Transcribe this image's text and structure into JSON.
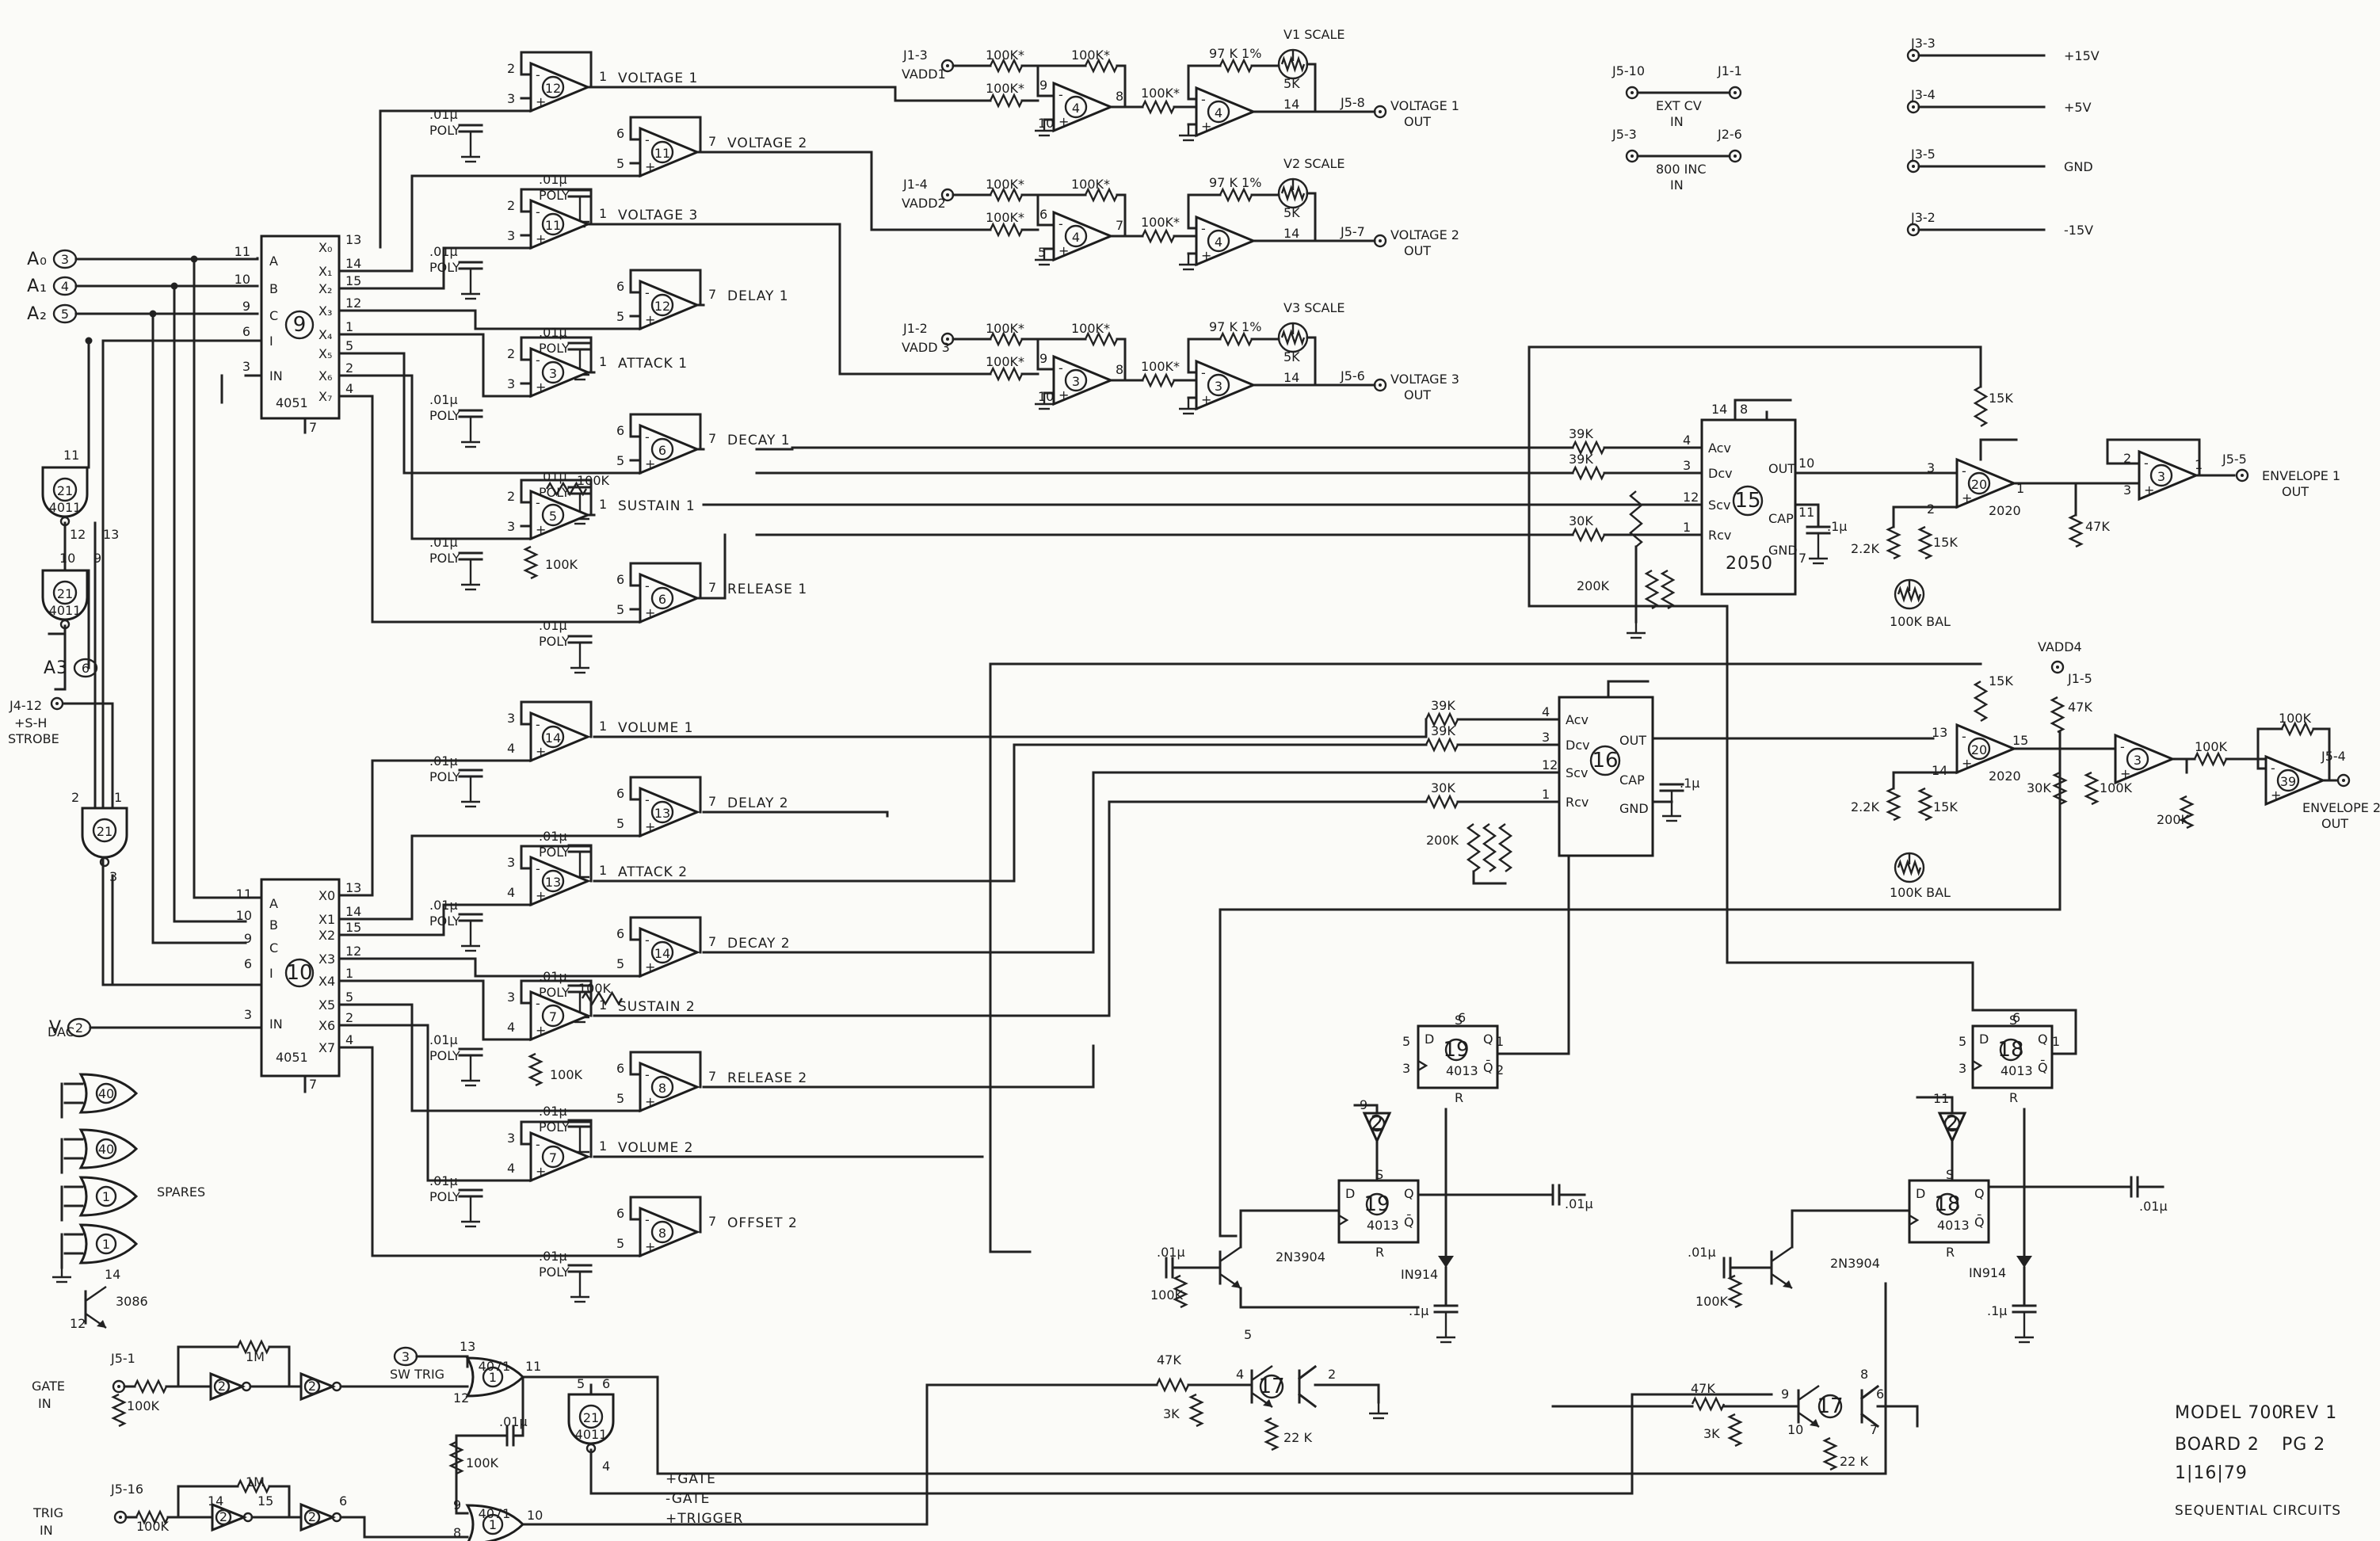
{
  "inputs": [
    {
      "id": "A0",
      "label": "A₀",
      "pin": "3"
    },
    {
      "id": "A1",
      "label": "A₁",
      "pin": "4"
    },
    {
      "id": "A2",
      "label": "A₂",
      "pin": "5"
    },
    {
      "id": "A3",
      "label": "A3",
      "pin": "6"
    },
    {
      "id": "VDAC",
      "label": "VDAC",
      "pin": "2"
    }
  ],
  "strobe": {
    "conn": "J4-12",
    "line1": "+S-H",
    "line2": "STROBE"
  },
  "mux": [
    {
      "num": "9",
      "part": "4051"
    },
    {
      "num": "10",
      "part": "4051"
    }
  ],
  "mux_pins": {
    "left": [
      "A",
      "B",
      "C",
      "I",
      "IN"
    ],
    "left_nums": [
      "11",
      "10",
      "9",
      "6",
      "3"
    ],
    "out1": [
      "X₀",
      "X₁",
      "X₂",
      "X₃",
      "X₄",
      "X₅",
      "X₆",
      "X₇"
    ],
    "out2": [
      "X0",
      "X1",
      "X2",
      "X3",
      "X4",
      "X5",
      "X6",
      "X7"
    ],
    "out_nums": [
      "13",
      "14",
      "15",
      "12",
      "1",
      "5",
      "2",
      "4"
    ],
    "gnd": "7"
  },
  "cap_label": {
    "value": ".01μ",
    "type": "POLY"
  },
  "buffers_top": [
    {
      "num": "12",
      "label": "VOLTAGE 1"
    },
    {
      "num": "11",
      "label": "VOLTAGE 2"
    },
    {
      "num": "11",
      "label": "VOLTAGE 3"
    },
    {
      "num": "12",
      "label": "DELAY 1"
    },
    {
      "num": "3",
      "label": "ATTACK 1"
    },
    {
      "num": "6",
      "label": "DECAY 1"
    },
    {
      "num": "5",
      "label": "SUSTAIN 1"
    },
    {
      "num": "6",
      "label": "RELEASE 1"
    }
  ],
  "buffers_bottom": [
    {
      "num": "14",
      "label": "VOLUME 1"
    },
    {
      "num": "13",
      "label": "DELAY 2"
    },
    {
      "num": "13",
      "label": "ATTACK 2"
    },
    {
      "num": "14",
      "label": "DECAY 2"
    },
    {
      "num": "7",
      "label": "SUSTAIN 2"
    },
    {
      "num": "8",
      "label": "RELEASE 2"
    },
    {
      "num": "7",
      "label": "VOLUME 2"
    },
    {
      "num": "8",
      "label": "OFFSET 2"
    }
  ],
  "voltage_stages": [
    {
      "conn": "J1-3",
      "vadd": "VADD1",
      "a": "4",
      "b": "4",
      "scale": "V1 SCALE",
      "out_conn": "J5-8",
      "out": "VOLTAGE 1",
      "out2": "OUT"
    },
    {
      "conn": "J1-4",
      "vadd": "VADD2",
      "a": "4",
      "b": "4",
      "scale": "V2 SCALE",
      "out_conn": "J5-7",
      "out": "VOLTAGE 2",
      "out2": "OUT"
    },
    {
      "conn": "J1-2",
      "vadd": "VADD 3",
      "a": "3",
      "b": "3",
      "scale": "V3 SCALE",
      "out_conn": "J5-6",
      "out": "VOLTAGE 3",
      "out2": "OUT"
    }
  ],
  "resistors": {
    "r100kstar": "100K*",
    "r97k": "97 K 1%",
    "r5k": "5K",
    "r39k": "39K",
    "r30k": "30K",
    "r200k": "200K",
    "r15k": "15K",
    "r22k": "2.2K",
    "r47k": "47K",
    "r100k": "100K",
    "r1m": "1M",
    "r3k": "3K",
    "r22k2": "22 K",
    "bal": "100K BAL"
  },
  "connectors_right": [
    {
      "a": "J5-10",
      "b": "J1-1",
      "l1": "EXT CV",
      "l2": "IN"
    },
    {
      "a": "J5-3",
      "b": "J2-6",
      "l1": "800 INC",
      "l2": "IN"
    }
  ],
  "power": [
    {
      "conn": "J3-3",
      "label": "+15V"
    },
    {
      "conn": "J3-4",
      "label": "+5V"
    },
    {
      "conn": "J3-5",
      "label": "GND"
    },
    {
      "conn": "J3-2",
      "label": "-15V"
    }
  ],
  "env1": {
    "chip": "15",
    "part": "2050",
    "pins": [
      "Acv",
      "Dcv",
      "Scv",
      "Rcv"
    ],
    "pin_nums": [
      "4",
      "3",
      "12",
      "1"
    ],
    "out": "OUT",
    "cap": "CAP",
    "gnd": "GND",
    "vca": "20",
    "vca_part": "2020",
    "buf": "3",
    "conn": "J5-5",
    "label": "ENVELOPE 1",
    "label2": "OUT"
  },
  "env2": {
    "chip": "16",
    "pins": [
      "Acv",
      "Dcv",
      "Scv",
      "Rcv"
    ],
    "pin_nums": [
      "4",
      "3",
      "12",
      "1"
    ],
    "out": "OUT",
    "cap": "CAP",
    "gnd": "GND",
    "vca": "20",
    "vca_part": "2020",
    "buf": "3",
    "buf2": "39",
    "conn": "J5-4",
    "label": "ENVELOPE 2",
    "label2": "OUT",
    "vadd": "VADD4",
    "vadd_conn": "J1-5"
  },
  "flipflops": [
    {
      "num": "19",
      "part": "4013"
    },
    {
      "num": "19",
      "part": "4013"
    },
    {
      "num": "18",
      "part": "4013"
    },
    {
      "num": "18",
      "part": "4013"
    }
  ],
  "transistor": "2N3904",
  "diode": "IN914",
  "pair": "17",
  "gates": {
    "nand_a": {
      "num": "21",
      "part": "4011"
    },
    "nand_b": {
      "num": "21",
      "part": "4011"
    },
    "nand_c": {
      "num": "21"
    },
    "nand_d": {
      "num": "21",
      "part": "4011"
    },
    "or_a": {
      "num": "1",
      "part": "4071"
    },
    "or_b": {
      "num": "1",
      "part": "4071"
    },
    "inv": "2",
    "spare_inv": "40",
    "spare_or": "1",
    "spares": "SPARES",
    "q_part": "3086"
  },
  "gate_in": {
    "conn": "J5-1",
    "l1": "GATE",
    "l2": "IN"
  },
  "trig_in": {
    "conn": "J5-16",
    "l1": "TRIG",
    "l2": "IN"
  },
  "sw_trig": {
    "pin": "3",
    "label": "SW TRIG"
  },
  "bus": [
    "+GATE",
    "-GATE",
    "+TRIGGER"
  ],
  "title_block": [
    "MODEL 700",
    "REV 1",
    "BOARD 2",
    "PG 2",
    "1|16|79",
    "SEQUENTIAL CIRCUITS"
  ]
}
